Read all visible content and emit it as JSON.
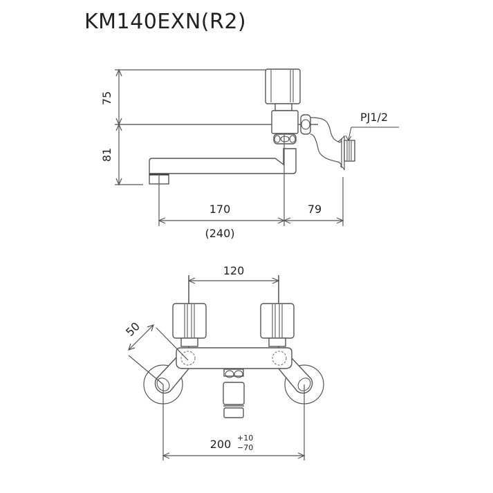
{
  "title": "KM140EXN(R2)",
  "side_view": {
    "dim_top_height": "75",
    "dim_lower_height": "81",
    "dim_spout_reach": "170",
    "dim_spout_reach_alt": "(240)",
    "dim_wall_offset": "79",
    "connection_label": "PJ1/2"
  },
  "front_view": {
    "dim_handle_spacing": "120",
    "dim_elbow_length": "50",
    "dim_center_distance": "200",
    "tolerance_plus": "+10",
    "tolerance_minus": "−70"
  },
  "colors": {
    "line": "#555555",
    "text": "#222222",
    "background": "#ffffff"
  }
}
